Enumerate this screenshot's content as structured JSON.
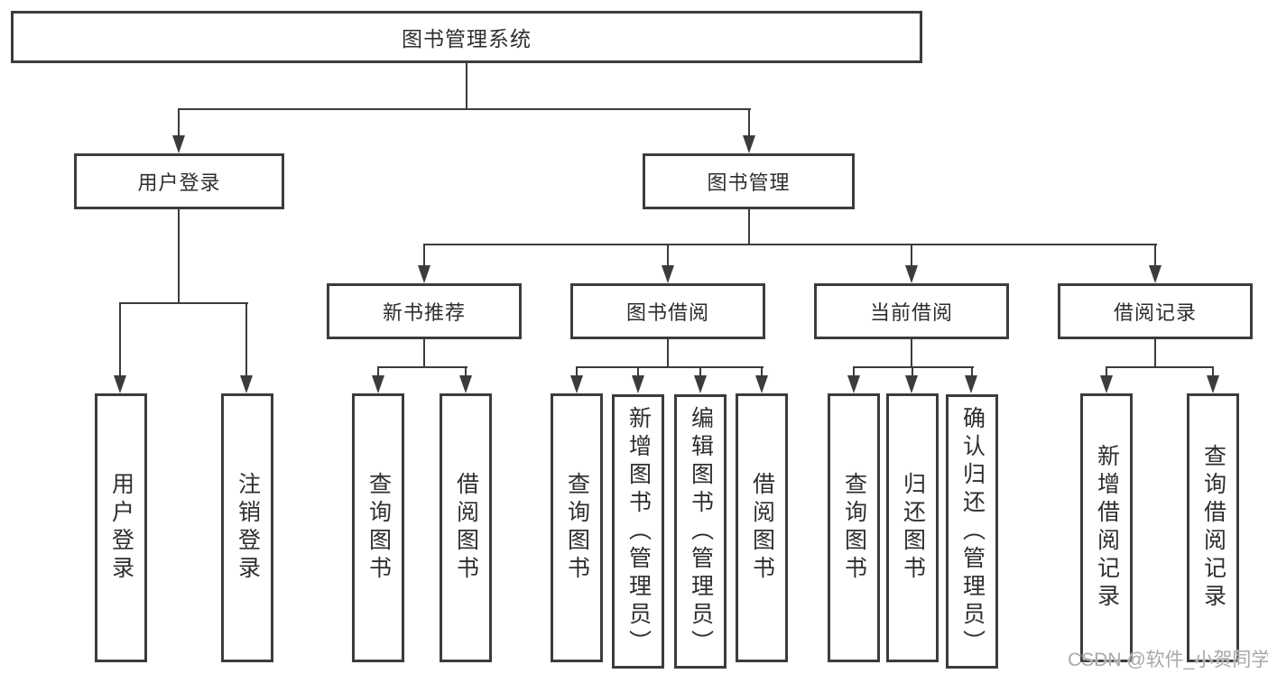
{
  "colors": {
    "line": "#3c3c3c",
    "text": "#2e2e2e",
    "bg": "#ffffff",
    "watermark": "#a9a9a9"
  },
  "icons": {
    "arrow_down": "css-triangle-down"
  },
  "tree": {
    "label": "图书管理系统",
    "children": [
      {
        "label": "用户登录",
        "children": [
          {
            "label": "用户登录"
          },
          {
            "label": "注销登录"
          }
        ]
      },
      {
        "label": "图书管理",
        "children": [
          {
            "label": "新书推荐",
            "children": [
              {
                "label": "查询图书"
              },
              {
                "label": "借阅图书"
              }
            ]
          },
          {
            "label": "图书借阅",
            "children": [
              {
                "label": "查询图书"
              },
              {
                "label": "新增图书（管理员）"
              },
              {
                "label": "编辑图书（管理员）"
              },
              {
                "label": "借阅图书"
              }
            ]
          },
          {
            "label": "当前借阅",
            "children": [
              {
                "label": "查询图书"
              },
              {
                "label": "归还图书"
              },
              {
                "label": "确认归还（管理员）"
              }
            ]
          },
          {
            "label": "借阅记录",
            "children": [
              {
                "label": "新增借阅记录"
              },
              {
                "label": "查询借阅记录"
              }
            ]
          }
        ]
      }
    ]
  },
  "watermark": {
    "text": "CSDN @软件_小贺同学"
  }
}
